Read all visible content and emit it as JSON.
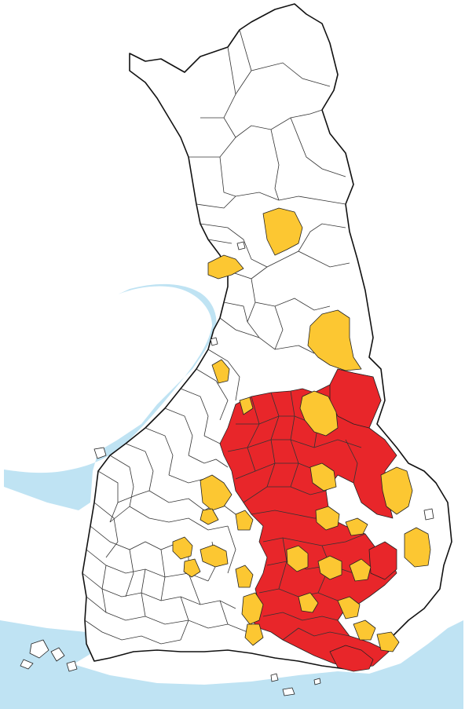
{
  "map": {
    "colors": {
      "background": "#ffffff",
      "water": "#bfe3f3",
      "land": "#ffffff",
      "border": "#111111",
      "category_red": "#e8262a",
      "category_yellow": "#fcc732"
    },
    "land_regions": [
      "finland"
    ],
    "water_regions": [
      "gulf-of-bothnia",
      "gulf-of-finland"
    ],
    "highlighted_categories": [
      "red",
      "yellow"
    ]
  }
}
